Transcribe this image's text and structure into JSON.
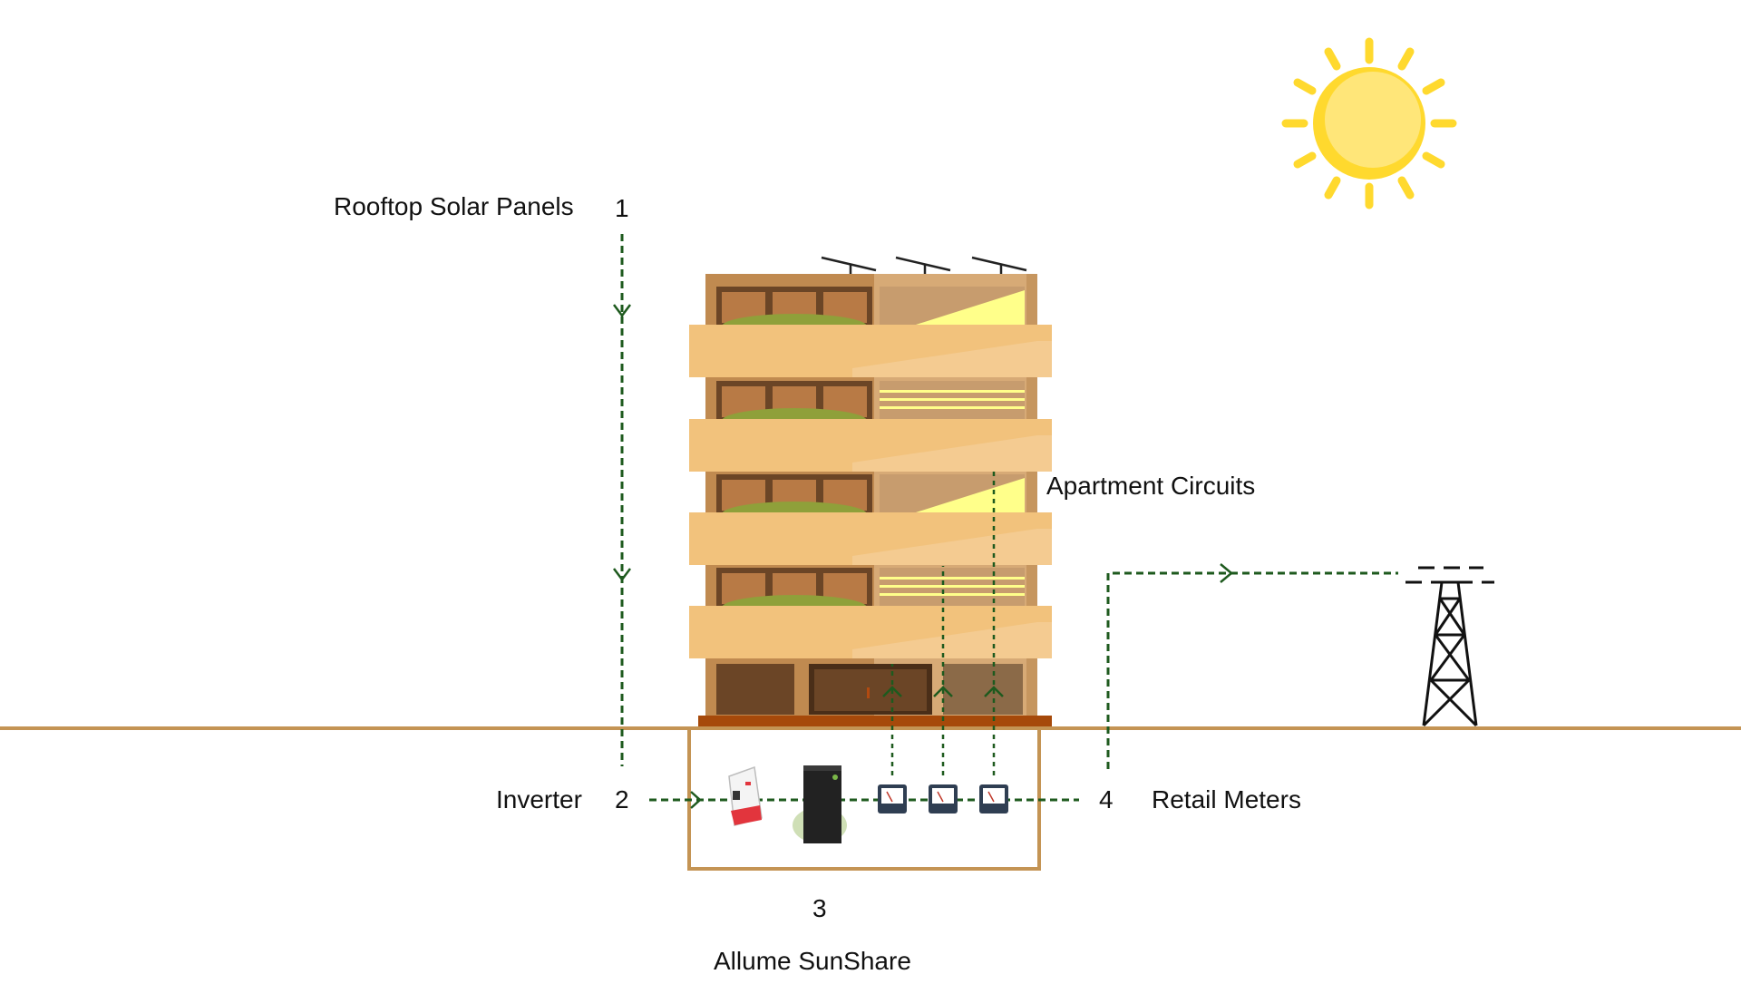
{
  "labels": {
    "rooftop_solar": "Rooftop Solar Panels",
    "step1": "1",
    "inverter": "Inverter",
    "step2": "2",
    "step3": "3",
    "allume": "Allume SunShare",
    "apartment_circuits": "Apartment Circuits",
    "step4": "4",
    "retail_meters": "Retail Meters"
  },
  "icons": [
    "sun-icon",
    "solar-panel-icon",
    "apartment-building",
    "inverter-icon",
    "battery-icon",
    "meter-icon",
    "power-pylon-icon"
  ],
  "colors": {
    "flow_line": "#1e5a1e",
    "ground": "#c49454",
    "building_tan": "#f2c27c",
    "building_dark": "#c08a50",
    "sun": "#ffd92e",
    "lit_window": "#ffff8a"
  }
}
